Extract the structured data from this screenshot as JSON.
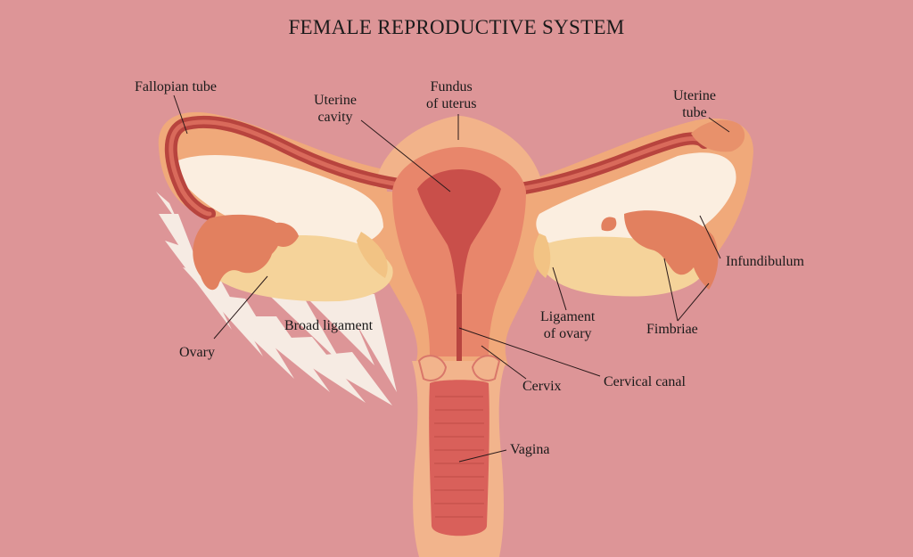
{
  "title": "FEMALE REPRODUCTIVE SYSTEM",
  "labels": {
    "fallopian_tube": "Fallopian tube",
    "uterine_cavity": "Uterine\ncavity",
    "fundus_of_uterus": "Fundus\nof uterus",
    "uterine_tube": "Uterine\ntube",
    "infundibulum": "Infundibulum",
    "broad_ligament": "Broad ligament",
    "ovary": "Ovary",
    "ligament_of_ovary": "Ligament\nof ovary",
    "fimbriae": "Fimbriae",
    "cervix": "Cervix",
    "cervical_canal": "Cervical canal",
    "vagina": "Vagina"
  },
  "colors": {
    "background": "#dd9597",
    "outer_tissue": "#f0a97a",
    "muscle_wall": "#e8866b",
    "cavity": "#c94f4a",
    "ligament": "#fbeee0",
    "ovary": "#f5d39a",
    "vagina_lining": "#d9605a"
  }
}
